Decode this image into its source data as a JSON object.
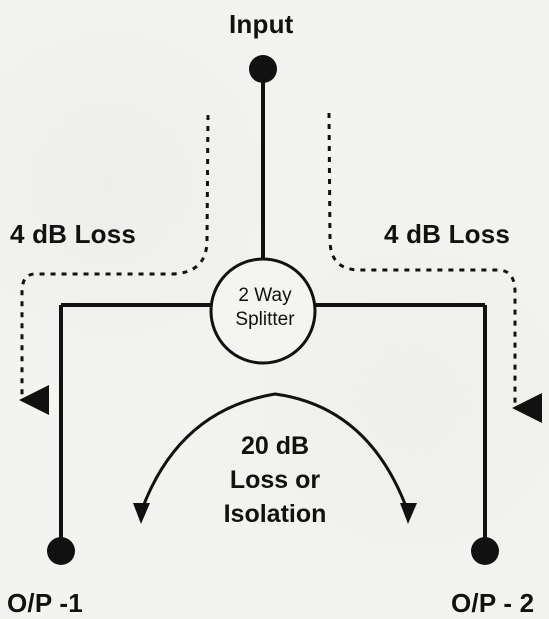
{
  "diagram": {
    "input_label": "Input",
    "left_loss": "4 dB Loss",
    "right_loss": "4 dB Loss",
    "splitter": {
      "line1": "2 Way",
      "line2": "Splitter"
    },
    "isolation": {
      "line1": "20 dB",
      "line2": "Loss or",
      "line3": "Isolation"
    },
    "output_left": "O/P -1",
    "output_right": "O/P - 2",
    "colors": {
      "background": "#f3f3f1",
      "ink": "#111111"
    }
  }
}
